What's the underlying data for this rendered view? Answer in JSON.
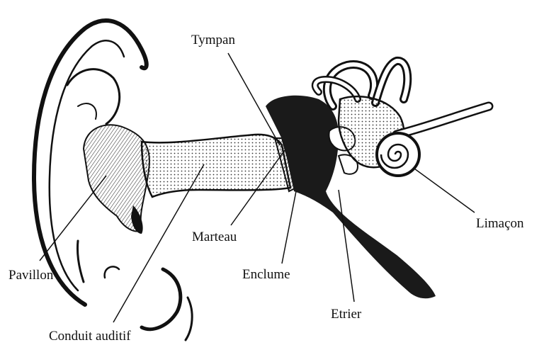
{
  "diagram": {
    "labels": {
      "tympan": "Tympan",
      "marteau": "Marteau",
      "pavillon": "Pavillon",
      "enclume": "Enclume",
      "etrier": "Etrier",
      "limacon": "Limaçon",
      "conduit": "Conduit auditif"
    },
    "colors": {
      "ink": "#111111",
      "cavity": "#1a1a1a",
      "skin": "#ffffff"
    }
  }
}
